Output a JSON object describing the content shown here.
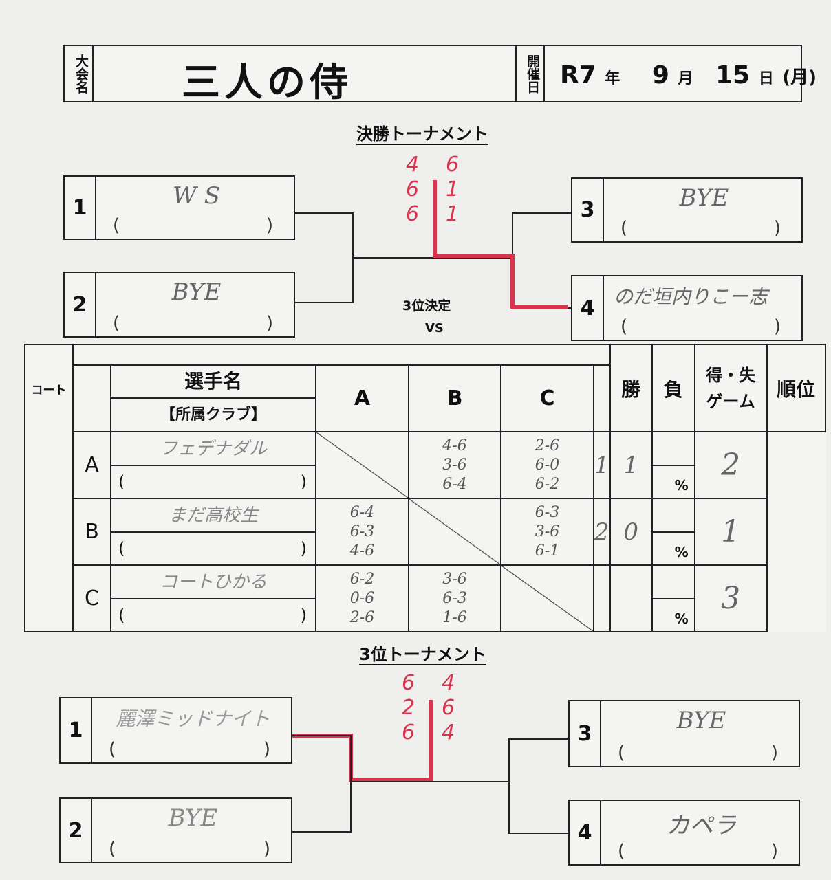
{
  "header": {
    "event_label": "大会名",
    "event_name": "三人の侍",
    "date_label": "開催日",
    "era": "R7",
    "year_label": "年",
    "month": "9",
    "month_label": "月",
    "day": "15",
    "day_label": "日",
    "weekday": "(月)"
  },
  "final": {
    "title": "決勝トーナメント",
    "third_label": "3位決定",
    "vs": "VS",
    "entries": [
      {
        "seed": "1",
        "name": "W S"
      },
      {
        "seed": "2",
        "name": "BYE"
      },
      {
        "seed": "3",
        "name": "BYE"
      },
      {
        "seed": "4",
        "name": "のだ垣内りこー志"
      }
    ],
    "score_left": [
      "4",
      "6",
      "6"
    ],
    "score_right": [
      "6",
      "1",
      "1"
    ],
    "paren_open": "(",
    "paren_close": ")"
  },
  "league": {
    "headers": {
      "court": "コート",
      "player": "選手名",
      "club": "【所属クラブ】",
      "A": "A",
      "B": "B",
      "C": "C",
      "win": "勝",
      "loss": "負",
      "games": "得・失",
      "games2": "ゲーム",
      "rank": "順位",
      "pct": "%"
    },
    "rows": [
      {
        "id": "A",
        "name": "フェデナダル",
        "vsA": null,
        "vsB": [
          "4-6",
          "3-6",
          "6-4"
        ],
        "vsC": [
          "2-6",
          "6-0",
          "6-2"
        ],
        "win": "1",
        "loss": "1",
        "rank": "2"
      },
      {
        "id": "B",
        "name": "まだ高校生",
        "vsA": [
          "6-4",
          "6-3",
          "4-6"
        ],
        "vsB": null,
        "vsC": [
          "6-3",
          "3-6",
          "6-1"
        ],
        "win": "2",
        "loss": "0",
        "rank": "1"
      },
      {
        "id": "C",
        "name": "コートひかる",
        "vsA": [
          "6-2",
          "0-6",
          "2-6"
        ],
        "vsB": [
          "3-6",
          "6-3",
          "1-6"
        ],
        "vsC": null,
        "win": "",
        "loss": "",
        "rank": "3"
      }
    ]
  },
  "third": {
    "title": "3位トーナメント",
    "entries": [
      {
        "seed": "1",
        "name": "麗澤ミッドナイト"
      },
      {
        "seed": "2",
        "name": "BYE"
      },
      {
        "seed": "3",
        "name": "BYE"
      },
      {
        "seed": "4",
        "name": "カペラ"
      }
    ],
    "score_left": [
      "6",
      "2",
      "6"
    ],
    "score_right": [
      "4",
      "6",
      "4"
    ]
  },
  "colors": {
    "winner_line": "#d9344e",
    "ink": "#222"
  }
}
